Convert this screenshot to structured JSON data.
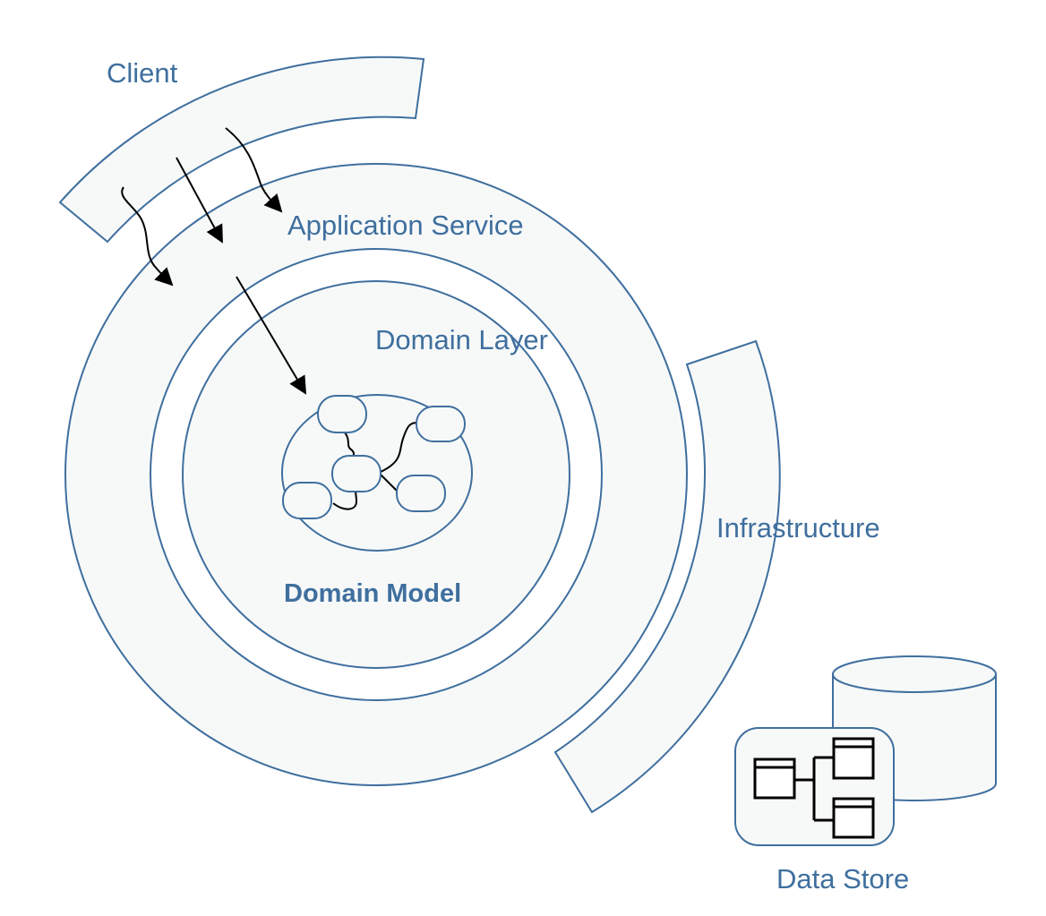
{
  "labels": {
    "client": "Client",
    "application_service": "Application Service",
    "domain_layer": "Domain Layer",
    "domain_model": "Domain Model",
    "infrastructure": "Infrastructure",
    "data_store": "Data Store"
  },
  "colors": {
    "outline": "#3f6f9e",
    "fill": "#f7f9f9",
    "arrow": "#000000"
  }
}
